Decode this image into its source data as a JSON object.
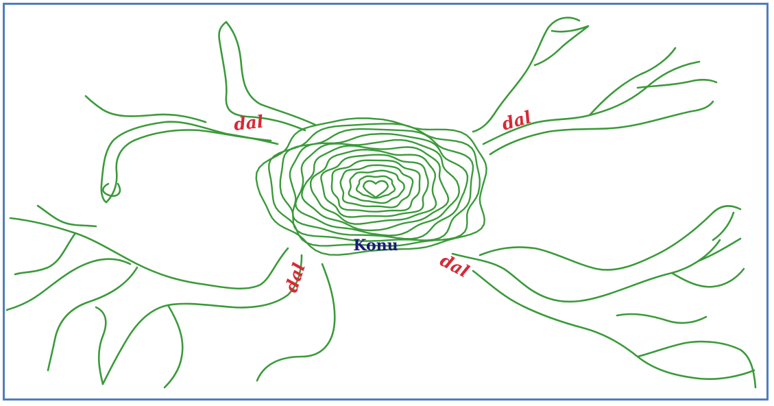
{
  "diagram": {
    "central_topic": "Konu",
    "branch_label_1": "dal",
    "branch_label_2": "dal",
    "branch_label_3": "dal",
    "branch_label_4": "dal"
  },
  "colors": {
    "line": "#3a9a3a",
    "branch_label": "#d72a36",
    "topic_label": "#1d1a7a",
    "frame": "#4f7dbd"
  }
}
